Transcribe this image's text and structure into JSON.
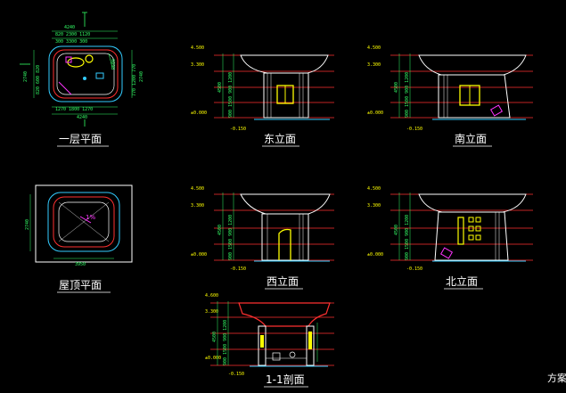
{
  "views": {
    "floor_plan_title": "一层平面",
    "roof_plan_title": "屋顶平面",
    "east_title": "东立面",
    "south_title": "南立面",
    "west_title": "西立面",
    "north_title": "北立面",
    "section_title": "1-1剖面"
  },
  "floor_plan_dims": {
    "top_total": "4240",
    "top_segments": "820 2300 1120",
    "top_inner": "300 3300 300",
    "bottom_segments": "1270 1800 1270",
    "bottom_total": "4240",
    "left_total": "2740",
    "left_segments": "820 600 820",
    "right_total": "2740",
    "right_segments": "770 1200 770",
    "r_label": "R600"
  },
  "roof_plan_dims": {
    "width": "3950",
    "height": "2740",
    "slope": "1%"
  },
  "elevations": {
    "top": "4.500",
    "level2": "3.300",
    "zero": "±0.000",
    "below": "-0.150",
    "vert_total": "4500",
    "vert_segments": "900 1500 900 1200",
    "section_top": "4.600",
    "section_total": "4500"
  },
  "corner_text": "方案",
  "colors": {
    "background": "#000000",
    "grid_red": "#ff3030",
    "dim_green": "#33ff66",
    "dim_yellow": "#ffff00",
    "outline_white": "#ffffff",
    "accent_magenta": "#ff33ff",
    "accent_cyan": "#33ccff"
  }
}
